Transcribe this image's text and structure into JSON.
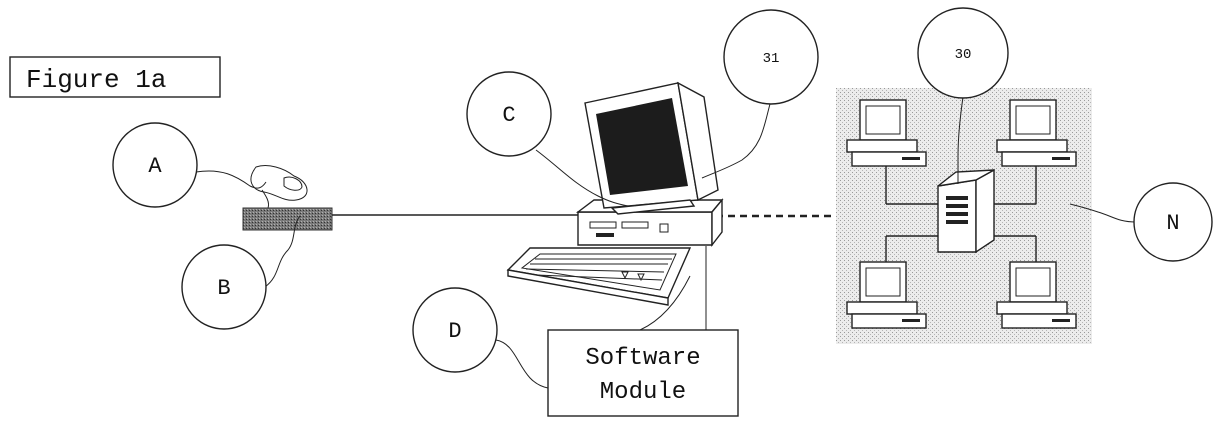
{
  "figure": {
    "title": "Figure 1a",
    "labels": {
      "a": "A",
      "b": "B",
      "c": "C",
      "d": "D",
      "n": "N",
      "r30": "30",
      "r31": "31"
    },
    "software_module": [
      "Software",
      "Module"
    ]
  }
}
